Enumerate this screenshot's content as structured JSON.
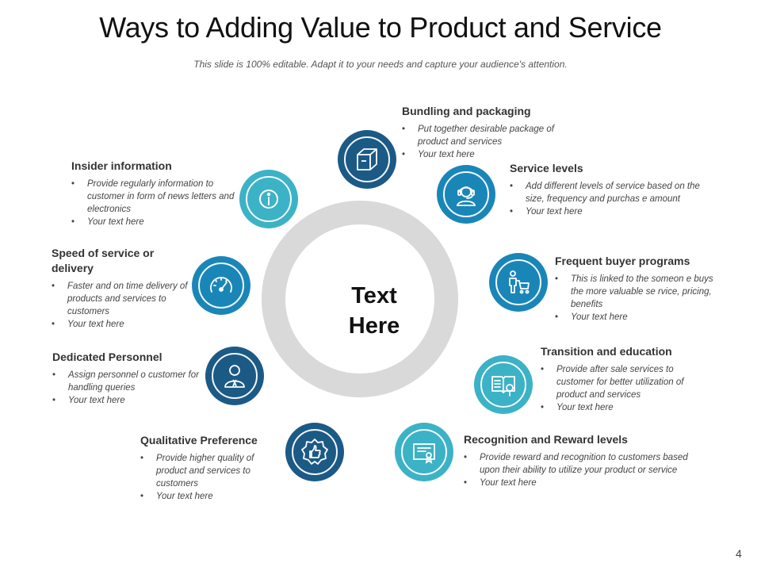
{
  "title": "Ways to Adding Value to Product and Service",
  "subtitle": "This slide is 100% editable. Adapt it to your needs and capture your audience's attention.",
  "center_text": [
    "Text",
    "Here"
  ],
  "page_number": "4",
  "colors": {
    "navy": "#1c5a86",
    "blue": "#1a86b8",
    "teal": "#3cb2c6",
    "ring": "#d9d9d9"
  },
  "items": [
    {
      "heading": "Bundling and packaging",
      "icon": "package-box-icon",
      "bullets": [
        "Put together desirable package of product and services",
        "Your text here"
      ]
    },
    {
      "heading": "Service levels",
      "icon": "headset-support-icon",
      "bullets": [
        "Add different levels of service based on the size, frequency and purchas e amount",
        "Your text here"
      ]
    },
    {
      "heading": "Frequent buyer programs",
      "icon": "shopper-cart-icon",
      "bullets": [
        "This is linked to the someon e buys the more valuable se rvice, pricing, benefits",
        "Your text here"
      ]
    },
    {
      "heading": "Transition and education",
      "icon": "book-search-icon",
      "bullets": [
        "Provide after sale services to customer for better utilization of product and services",
        "Your text here"
      ]
    },
    {
      "heading": "Recognition and Reward levels",
      "icon": "certificate-icon",
      "bullets": [
        "Provide reward and recognition to customers based upon their ability to utilize your product or service",
        "Your text here"
      ]
    },
    {
      "heading": "Qualitative Preference",
      "icon": "thumbs-up-badge-icon",
      "bullets": [
        "Provide higher quality of product and services to customers",
        "Your text here"
      ]
    },
    {
      "heading": "Dedicated Personnel",
      "icon": "person-tie-icon",
      "bullets": [
        "Assign personnel o customer for handling queries",
        "Your text here"
      ]
    },
    {
      "heading": "Speed of service or delivery",
      "icon": "speedometer-icon",
      "bullets": [
        "Faster and on time delivery of products and services to customers",
        "Your text here"
      ]
    },
    {
      "heading": "Insider information",
      "icon": "info-icon",
      "bullets": [
        "Provide regularly information to customer in form of news letters and electronics",
        "Your text here"
      ]
    }
  ]
}
